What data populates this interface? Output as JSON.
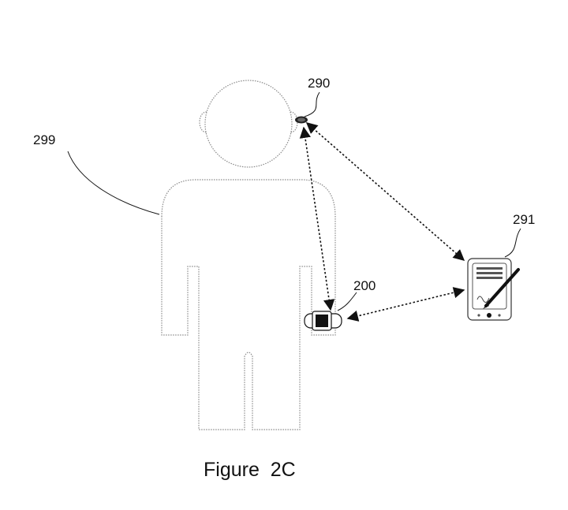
{
  "labels": {
    "person": "299",
    "earpiece": "290",
    "tablet": "291",
    "wrist_device": "200"
  },
  "caption": "Figure  2C",
  "colors": {
    "outline": "#8a8a8a",
    "ink": "#111111"
  }
}
